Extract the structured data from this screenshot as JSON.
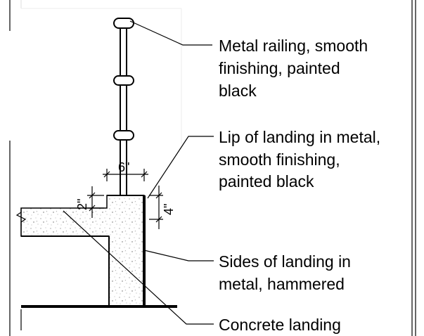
{
  "callouts": [
    {
      "id": "railing",
      "lines": [
        "Metal railing, smooth",
        "finishing, painted",
        "black"
      ]
    },
    {
      "id": "lip",
      "lines": [
        "Lip of landing in metal,",
        "smooth finishing,",
        "painted black"
      ]
    },
    {
      "id": "sides",
      "lines": [
        "Sides of landing in",
        "metal, hammered"
      ]
    },
    {
      "id": "concrete",
      "lines": [
        "Concrete landing"
      ]
    }
  ],
  "dimensions": {
    "width": "6\"",
    "lip_offset": "2\"",
    "lip_height": "4\""
  }
}
